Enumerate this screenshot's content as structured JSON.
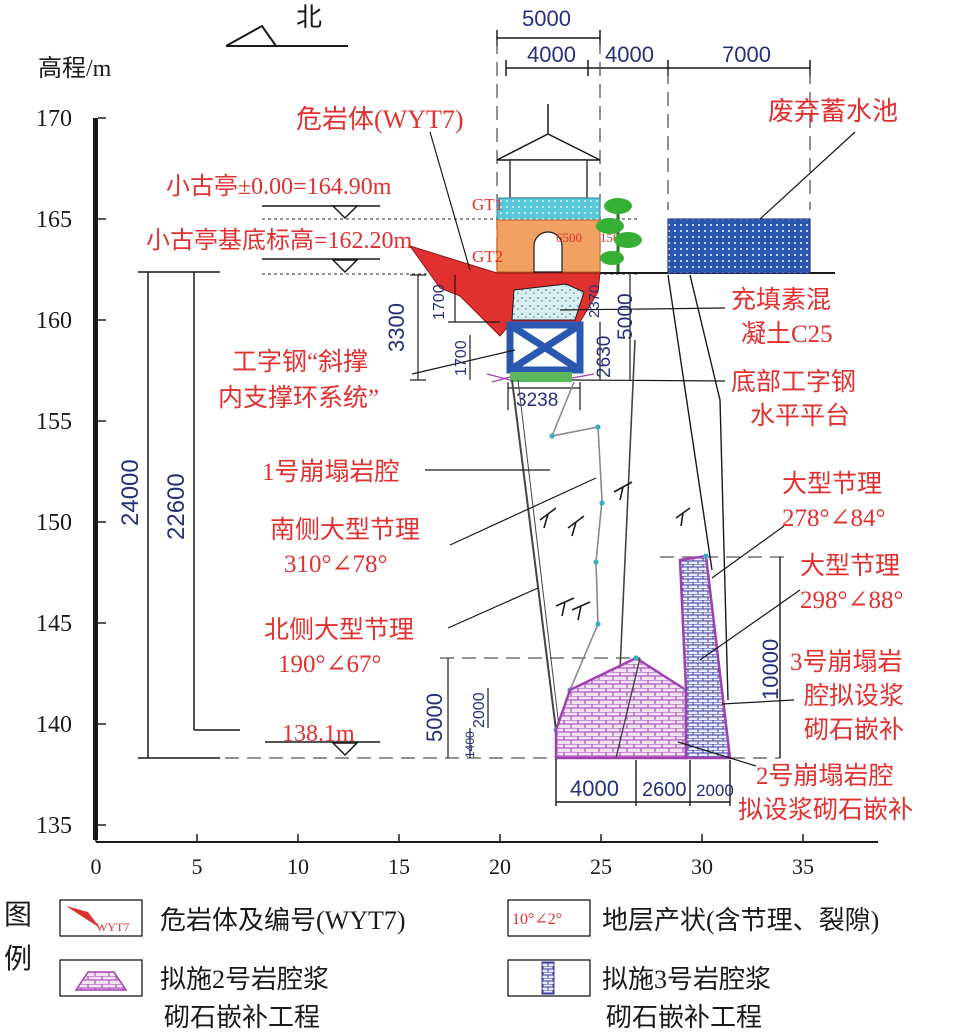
{
  "north_label": "北",
  "elevation_axis": {
    "label": "高程/m",
    "ticks": [
      "170",
      "165",
      "160",
      "155",
      "150",
      "145",
      "140",
      "135"
    ]
  },
  "distance_axis": {
    "ticks": [
      "0",
      "5",
      "10",
      "15",
      "20",
      "25",
      "30",
      "35"
    ]
  },
  "top_dims": {
    "d5000": "5000",
    "d4000a": "4000",
    "d4000b": "4000",
    "d7000": "7000"
  },
  "labels": {
    "wyt7": "危岩体(WYT7)",
    "reservoir": "废弃蓄水池",
    "pavilion_zero": "小古亭±0.00=164.90m",
    "pavilion_base": "小古亭基底标高=162.20m",
    "gt1": "GT1",
    "gt2": "GT2",
    "d6500": "6500",
    "d1500": "1500",
    "fill_line1": "充填素混",
    "fill_line2": "凝土C25",
    "brace_line1": "工字钢“斜撑",
    "brace_line2": "内支撑环系统”",
    "bottom_line1": "底部工字钢",
    "bottom_line2": "水平平台",
    "cavity1": "1号崩塌岩腔",
    "south_joint_line1": "南侧大型节理",
    "south_joint_line2": "310°∠78°",
    "north_joint_line1": "北侧大型节理",
    "north_joint_line2": "190°∠67°",
    "joint278_line1": "大型节理",
    "joint278_line2": "278°∠84°",
    "joint298_line1": "大型节理",
    "joint298_line2": "298°∠88°",
    "cavity3_line1": "3号崩塌岩",
    "cavity3_line2": "腔拟设浆",
    "cavity3_line3": "砌石嵌补",
    "cavity2_line1": "2号崩塌岩腔",
    "cavity2_line2": "拟设浆砌石嵌补",
    "elev_1381": "138.1m"
  },
  "side_dims": {
    "d3300": "3300",
    "d1700a": "1700",
    "d1700b": "1700",
    "d2370": "2370",
    "d2630": "2630",
    "d5000": "5000",
    "d3238": "3238",
    "d24000": "24000",
    "d22600": "22600",
    "d10000": "10000",
    "d5000b": "5000",
    "d2000": "2000",
    "d1400": "1400",
    "d4000": "4000",
    "d2600": "2600",
    "d2000b": "2000"
  },
  "legend": {
    "title_line1": "图",
    "title_line2": "例",
    "swatch_wyt": "WYT7",
    "swatch_angle": "10°∠2°",
    "item1": "危岩体及编号(WYT7)",
    "item2": "地层产状(含节理、裂隙)",
    "item3_line1": "拟施2号岩腔浆",
    "item3_line2": "砌石嵌补工程",
    "item4_line1": "拟施3号岩腔浆",
    "item4_line2": "砌石嵌补工程"
  },
  "colors": {
    "annotation_red": "#e03030",
    "dimension_blue": "#26307a",
    "cavity_purple": "#a040b0",
    "block_blue": "#2a58b0",
    "gt1_cyan": "#58c8d8",
    "pavilion_orange": "#f0a060",
    "platform_green": "#5cb85c"
  }
}
